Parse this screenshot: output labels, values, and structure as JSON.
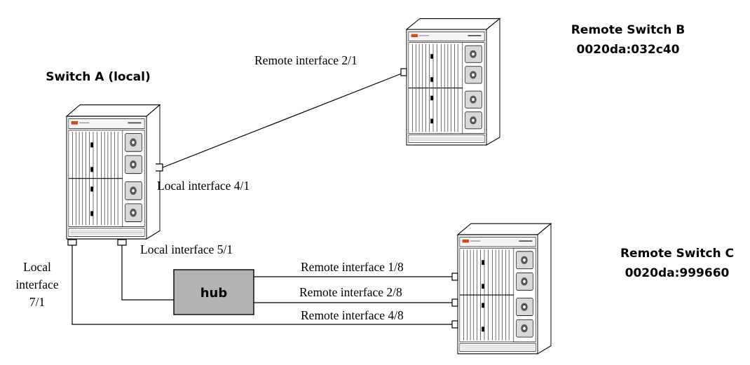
{
  "switch_a": {
    "title": "Switch A (local)"
  },
  "switch_b": {
    "title": "Remote Switch B",
    "mac": "0020da:032c40"
  },
  "switch_c": {
    "title": "Remote Switch C",
    "mac": "0020da:999660"
  },
  "hub": {
    "label": "hub"
  },
  "interfaces": {
    "local_4_1": "Local interface 4/1",
    "local_5_1": "Local interface 5/1",
    "local_7_1": [
      "Local",
      "interface",
      "7/1"
    ],
    "remote_2_1": "Remote interface 2/1",
    "remote_1_8": "Remote interface 1/8",
    "remote_2_8": "Remote interface 2/8",
    "remote_4_8": "Remote interface 4/8"
  }
}
